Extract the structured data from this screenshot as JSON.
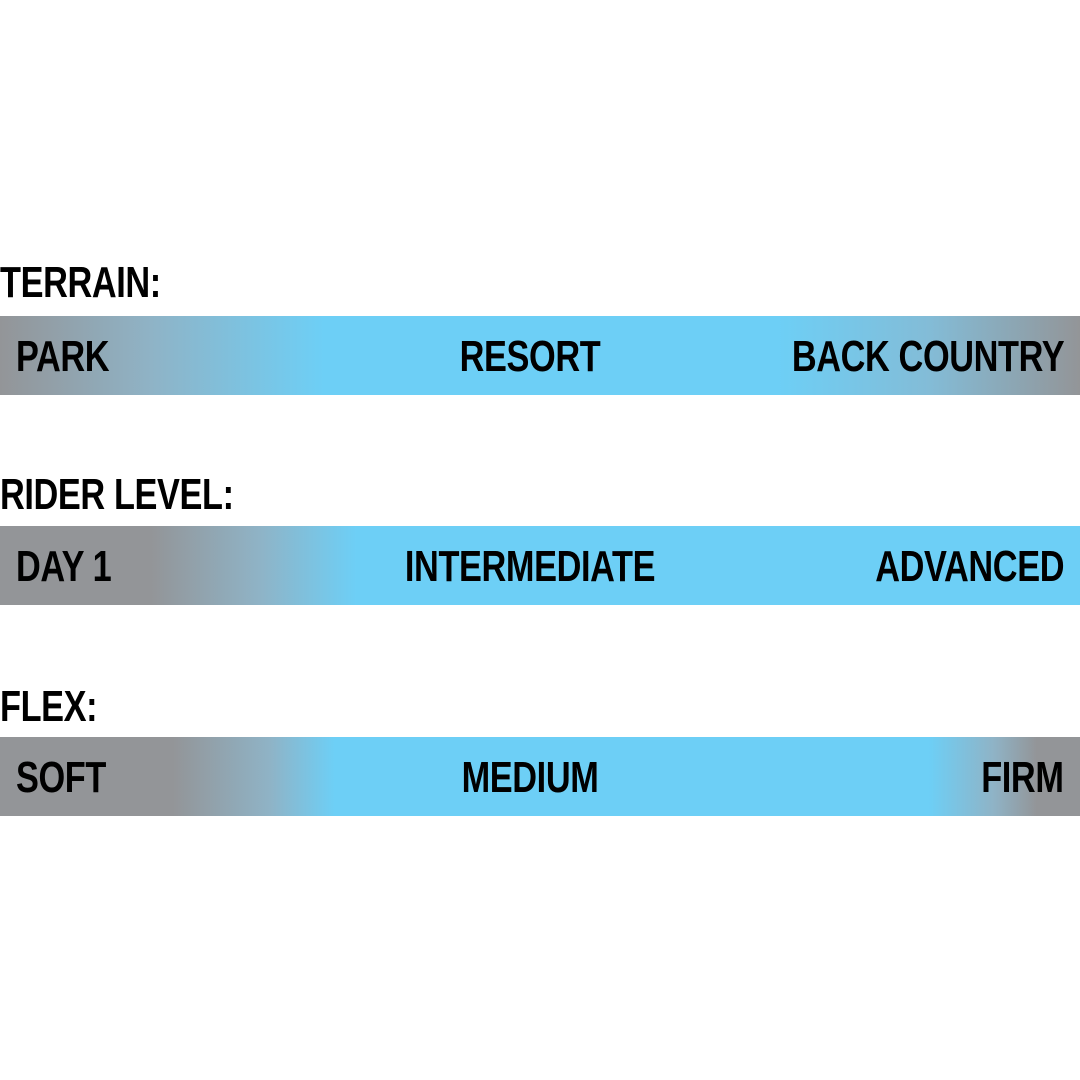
{
  "colors": {
    "gray": "#939598",
    "blue": "#6dcff6"
  },
  "scales": [
    {
      "title": "TERRAIN:",
      "left": "PARK",
      "center": "RESORT",
      "right": "BACK COUNTRY"
    },
    {
      "title": "RIDER LEVEL:",
      "left": "DAY 1",
      "center": "INTERMEDIATE",
      "right": "ADVANCED"
    },
    {
      "title": "FLEX:",
      "left": "SOFT",
      "center": "MEDIUM",
      "right": "FIRM"
    }
  ]
}
